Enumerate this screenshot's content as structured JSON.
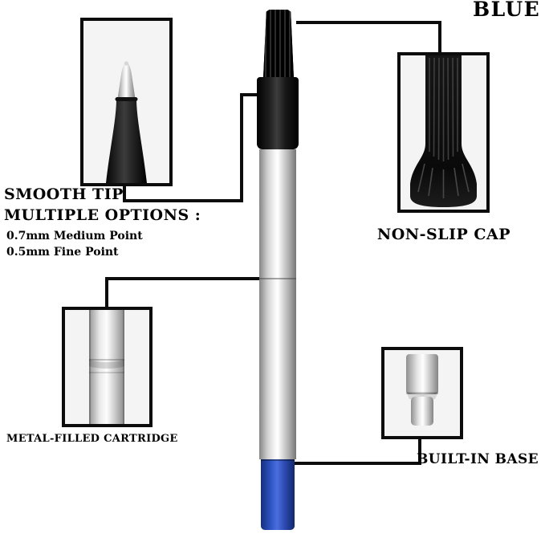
{
  "header": {
    "color_label": "BLUE"
  },
  "callouts": {
    "smooth_tip": {
      "label": "SMOOTH TIP"
    },
    "options": {
      "heading": "MULTIPLE OPTIONS :",
      "items": [
        "0.7mm Medium Point",
        "0.5mm Fine Point"
      ]
    },
    "non_slip_cap": {
      "label": "NON-SLIP CAP"
    },
    "metal_cartridge": {
      "label": "METAL-FILLED CARTRIDGE"
    },
    "built_in_base": {
      "label": "BUILT-IN BASE"
    }
  },
  "colors": {
    "cap_black": "#0d0d0d",
    "barrel_silver": "#d9d9d9",
    "ink_blue": "#2f55c4",
    "connector_line": "#0c0c0c",
    "box_background": "#f4f4f4"
  }
}
